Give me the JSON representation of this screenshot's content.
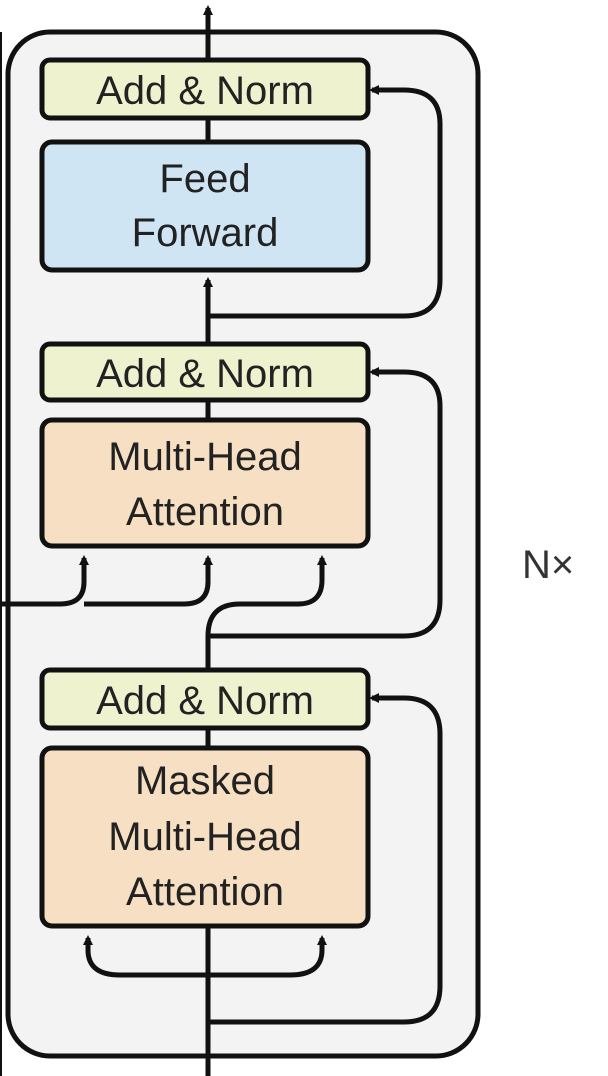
{
  "diagram": {
    "repeat_label": "N×",
    "colors": {
      "outer_fill": "#f3f3f3",
      "stroke": "#111111",
      "add_norm_fill": "#eef2cf",
      "feed_forward_fill": "#cfe5f3",
      "attention_fill": "#f6dfc2"
    },
    "blocks": {
      "add_norm_top": "Add & Norm",
      "feed_forward": [
        "Feed",
        "Forward"
      ],
      "add_norm_middle": "Add & Norm",
      "multi_head_attention": [
        "Multi-Head",
        "Attention"
      ],
      "add_norm_bottom": "Add & Norm",
      "masked_multi_head_attention": [
        "Masked",
        "Multi-Head",
        "Attention"
      ]
    }
  }
}
